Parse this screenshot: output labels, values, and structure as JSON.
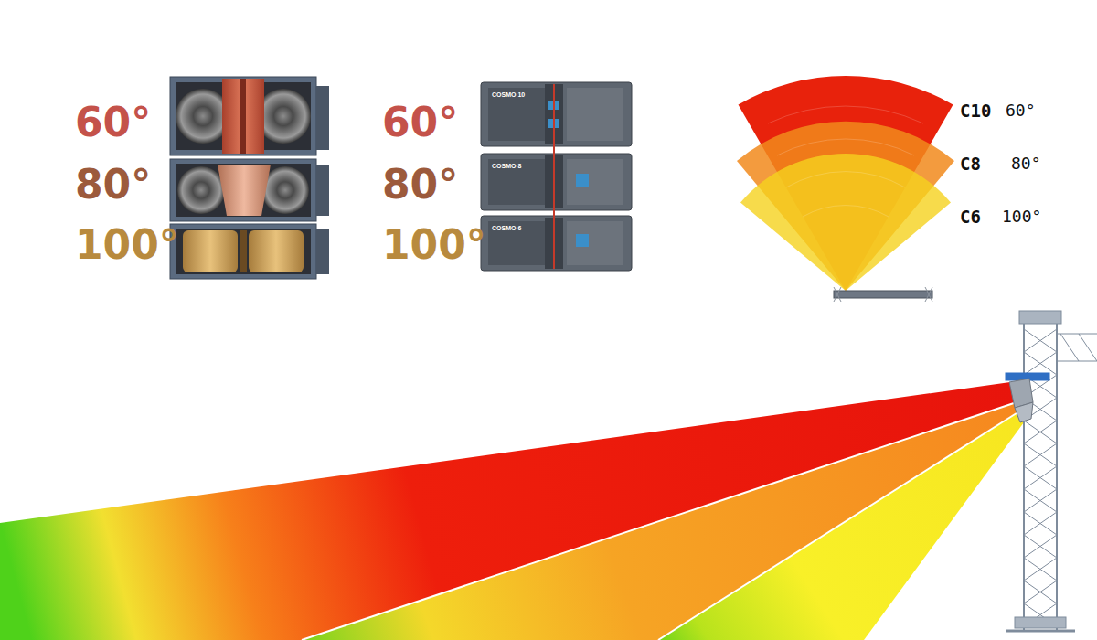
{
  "diagram": {
    "labels": [
      "60°",
      "80°",
      "100°",
      "60°",
      "80°",
      "100°",
      "COSMO 10",
      "COSMO 8",
      "COSMO 6",
      "C10",
      "60°",
      "C8",
      "80°",
      "C6",
      "100°"
    ]
  }
}
